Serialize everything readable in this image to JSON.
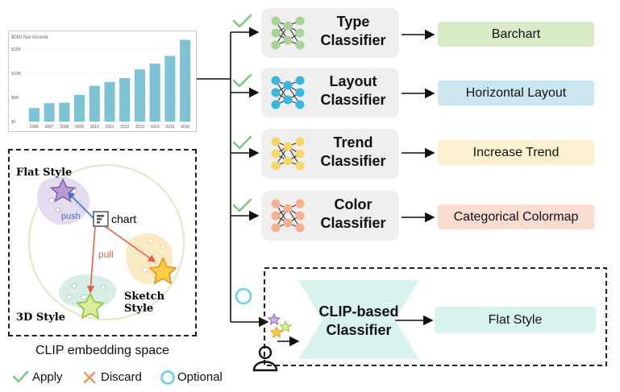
{
  "bar_chart": {
    "title": "$000 Net Income",
    "y_ticks": [
      "$15B",
      "$10B",
      "$5B",
      "$0"
    ],
    "years": [
      "2006",
      "2007",
      "2008",
      "2009",
      "2010",
      "2011",
      "2012",
      "2013",
      "2014",
      "2015",
      "2016"
    ],
    "values": [
      2.8,
      3.8,
      3.9,
      5.5,
      7.4,
      8.2,
      9.0,
      10.8,
      12.0,
      13.6,
      16.9
    ],
    "bar_color": "#7ec3d3"
  },
  "embedding": {
    "flat_label": "Flat Style",
    "chart_label": "chart",
    "push_label": "push",
    "pull_label": "pull",
    "style3d_label": "3D Style",
    "sketch_label": "Sketch Style",
    "caption": "CLIP embedding space"
  },
  "classifiers": [
    {
      "label_line1": "Type",
      "label_line2": "Classifier",
      "result": "Barchart",
      "result_color": "#d7ebc6",
      "node_color": "#a8d49a"
    },
    {
      "label_line1": "Layout",
      "label_line2": "Classifier",
      "result": "Horizontal Layout",
      "result_color": "#cbe6f1",
      "node_color": "#38b8e0"
    },
    {
      "label_line1": "Trend",
      "label_line2": "Classifier",
      "result": "Increase Trend",
      "result_color": "#fcf1cf",
      "node_color": "#f7d767"
    },
    {
      "label_line1": "Color",
      "label_line2": "Classifier",
      "result": "Categorical Colormap",
      "result_color": "#f9ddd0",
      "node_color": "#f6b08f"
    }
  ],
  "clip": {
    "label_line1": "CLIP-based",
    "label_line2": "Classifier",
    "result": "Flat Style",
    "shape_color": "#d9f4ef",
    "result_color": "#d7f5ee"
  },
  "legend": {
    "apply": "Apply",
    "discard": "Discard",
    "optional": "Optional"
  },
  "colors": {
    "check": "#7bc97e",
    "discard": "#f09555",
    "optional": "#67d2d8"
  }
}
